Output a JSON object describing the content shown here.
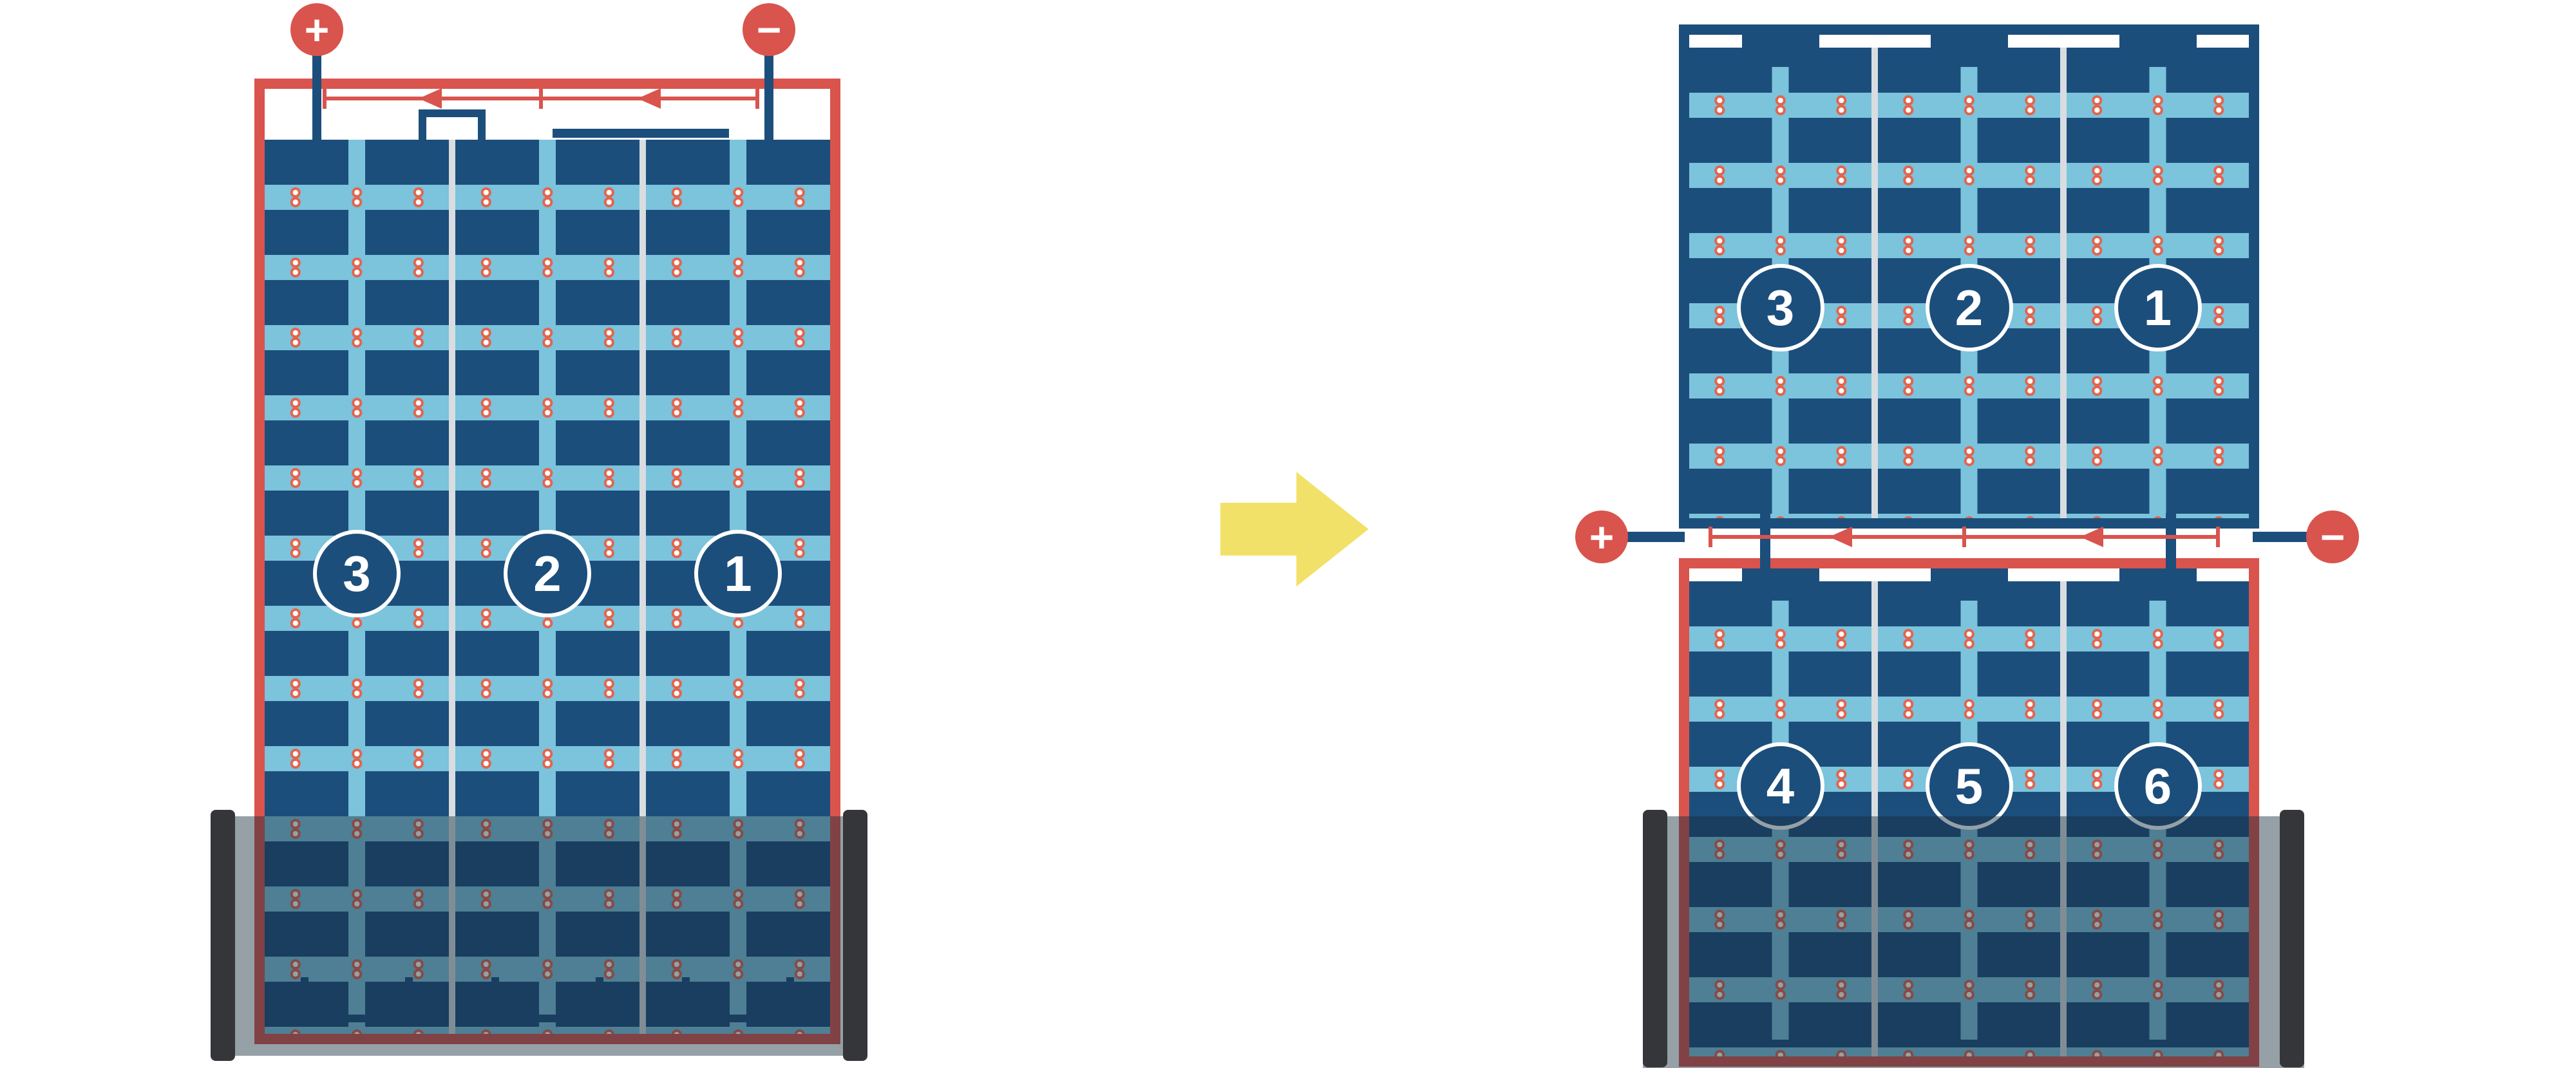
{
  "palette": {
    "red": "#d9544d",
    "navy": "#1c4e7c",
    "light_blue": "#7cc3dc",
    "gap_gray": "#d9dde1",
    "yellow": "#f2e168",
    "water_overlay": "rgba(22,44,60,0.45)",
    "water_bar_dark": "#35363a",
    "dot_ring": "#e2654e",
    "white": "#ffffff"
  },
  "icons": {
    "transform_arrow": "thick-right-arrow",
    "current_direction": "left-pointing-measure-arrows",
    "plus_terminal": "plus-in-circle",
    "minus_terminal": "minus-in-circle"
  },
  "before_panel": {
    "terminals": {
      "plus": "+",
      "minus": "−"
    },
    "string_labels": [
      "3",
      "2",
      "1"
    ]
  },
  "after_panel": {
    "terminals": {
      "plus": "+",
      "minus": "−"
    },
    "upper_string_labels": [
      "3",
      "2",
      "1"
    ],
    "lower_string_labels": [
      "4",
      "5",
      "6"
    ]
  }
}
